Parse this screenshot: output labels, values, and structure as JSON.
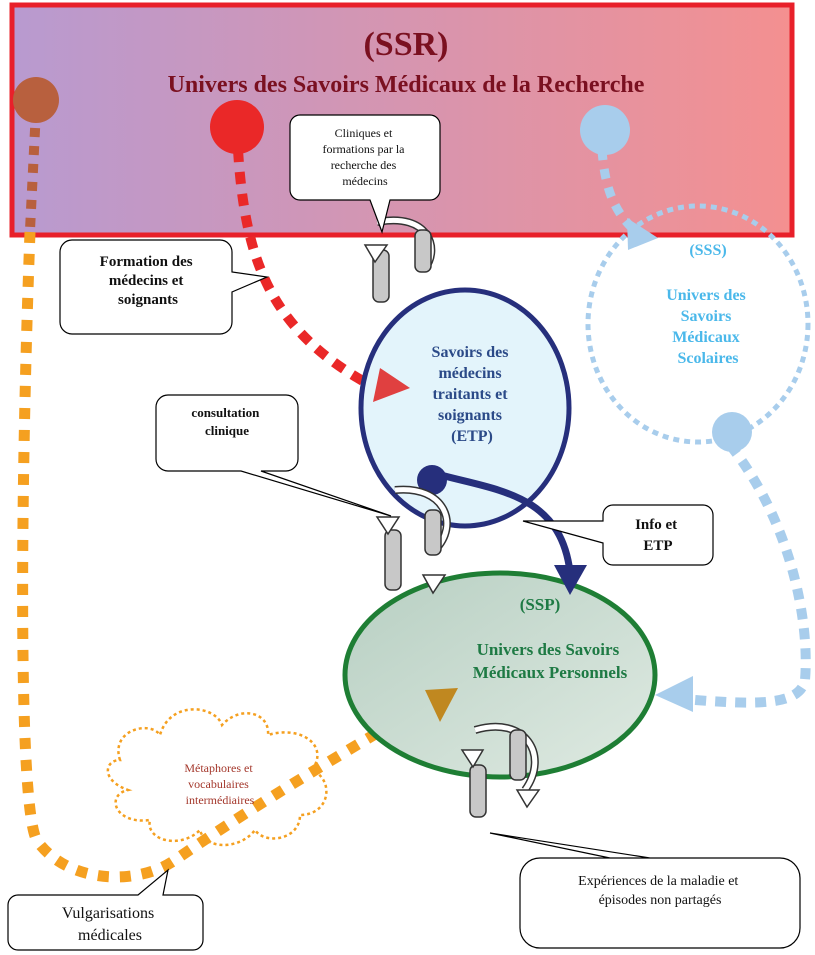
{
  "ssr": {
    "acronym": "(SSR)",
    "title": "Univers des Savoirs Médicaux de la Recherche"
  },
  "sss": {
    "acronym": "(SSS)",
    "lines": [
      "Univers des",
      "Savoirs",
      "Médicaux",
      "Scolaires"
    ]
  },
  "etp": {
    "lines": [
      "Savoirs des",
      "médecins",
      "traitants et",
      "soignants",
      "(ETP)"
    ]
  },
  "ssp": {
    "acronym": "(SSP)",
    "lines": [
      "Univers des Savoirs",
      "Médicaux  Personnels"
    ]
  },
  "callouts": {
    "cliniques": [
      "Cliniques et",
      "formations par la",
      "recherche des",
      "médecins"
    ],
    "formation": [
      "Formation des",
      "médecins et",
      "soignants"
    ],
    "consultation": [
      "consultation",
      "clinique"
    ],
    "info_etp": [
      "Info et",
      "ETP"
    ],
    "experiences": [
      "Expériences de la maladie et",
      "épisodes non partagés"
    ],
    "vulgarisations": [
      "Vulgarisations",
      "médicales"
    ]
  },
  "cloud": {
    "lines": [
      "Métaphores et",
      "vocabulaires",
      "intermédiaires"
    ]
  },
  "colors": {
    "ssr_border": "#e8202a",
    "ssr_gradient_left": "#b89ad0",
    "ssr_gradient_right": "#f49090",
    "brown": "#b8603e",
    "red": "#ea2828",
    "light_blue": "#a8cdec",
    "navy": "#262f7c",
    "etp_fill": "#e3f4fb",
    "ssp_border": "#1e7e34",
    "ssp_fill": "#cfe0d6",
    "orange": "#f5a020",
    "gold": "#c08820"
  }
}
